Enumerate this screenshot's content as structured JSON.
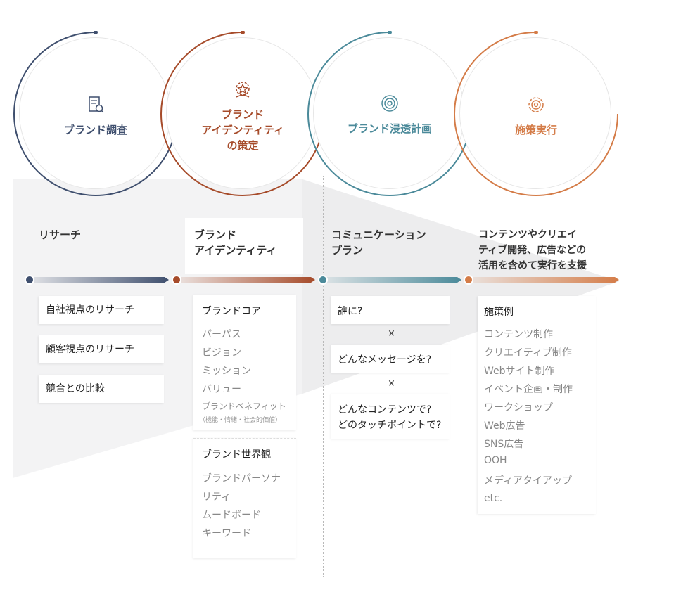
{
  "colors": {
    "step1": "#3f4f6e",
    "step2": "#a64b2a",
    "step3": "#4b8a9a",
    "step4": "#d47c48",
    "line": "#b9b9b9"
  },
  "steps": [
    {
      "title": "ブランド調査",
      "icon": "research-document-icon"
    },
    {
      "title": "ブランド\nアイデンティティ\nの策定",
      "icon": "star-badge-icon"
    },
    {
      "title": "ブランド浸透計画",
      "icon": "target-icon"
    },
    {
      "title": "施策実行",
      "icon": "gear-icon"
    }
  ],
  "columns": [
    {
      "heading": "リサーチ"
    },
    {
      "heading": "ブランド\nアイデンティティ"
    },
    {
      "heading": "コミュニケーション\nプラン"
    },
    {
      "heading": "コンテンツやクリエイ\nティブ開発、広告などの\n活用を含めて実行を支援"
    }
  ],
  "research_items": [
    "自社視点のリサーチ",
    "顧客視点のリサーチ",
    "競合との比較"
  ],
  "identity": {
    "core_title": "ブランドコア",
    "core_items": [
      "パーパス",
      "ビジョン",
      "ミッション",
      "バリュー",
      "ブランドベネフィット"
    ],
    "core_note": "（機能・情緒・社会的価値）",
    "world_title": "ブランド世界観",
    "world_items": [
      "ブランドパーソナ",
      "リティ",
      "ムードボード",
      "キーワード"
    ]
  },
  "plan": {
    "q1": "誰に?",
    "times": "×",
    "q2": "どんなメッセージを?",
    "q3a": "どんなコンテンツで?",
    "q3b": "どのタッチポイントで?"
  },
  "execution": {
    "title": "施策例",
    "items": [
      "コンテンツ制作",
      "クリエイティブ制作",
      "Webサイト制作",
      "イベント企画・制作",
      "ワークショップ",
      "Web広告",
      "SNS広告",
      "OOH",
      "メディアタイアップ",
      "etc."
    ]
  }
}
